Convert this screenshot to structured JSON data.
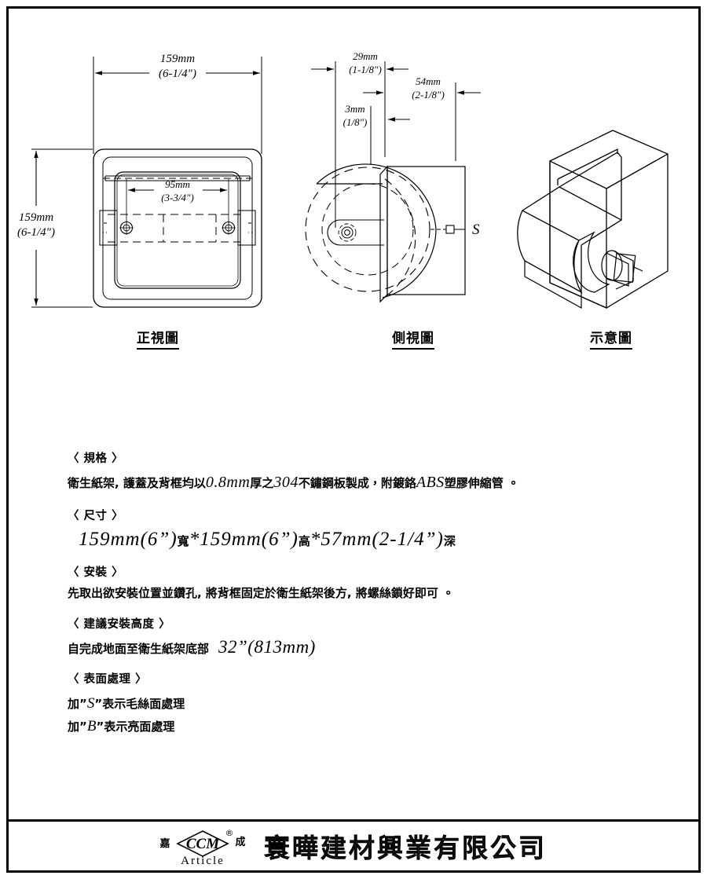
{
  "document": {
    "type": "product-technical-drawing",
    "language": "zh-Hant"
  },
  "views": {
    "front": {
      "caption": "正視圖",
      "dimensions": {
        "width_mm": "159mm",
        "width_in": "(6-1/4\")",
        "height_mm": "159mm",
        "height_in": "(6-1/4\")",
        "hole_spacing_mm": "95mm",
        "hole_spacing_in": "(3-3/4\")"
      }
    },
    "side": {
      "caption": "側視圖",
      "dimensions": {
        "d1_mm": "29mm",
        "d1_in": "(1-1/8\")",
        "d2_mm": "54mm",
        "d2_in": "(2-1/8\")",
        "d3_mm": "3mm",
        "d3_in": "(1/8\")"
      },
      "marker_label": "S"
    },
    "iso": {
      "caption": "示意圖"
    }
  },
  "spec": {
    "sections": [
      {
        "id": "specification",
        "heading": "〈 規格 〉",
        "body_pre": "衛生紙架, 護蓋及背框均以",
        "body_num1": "0.8mm",
        "body_mid1": "厚之",
        "body_num2": "304",
        "body_mid2": "不鏽鋼板製成，附鍍鉻",
        "body_num3": "ABS",
        "body_post": "塑膠伸縮管 。"
      },
      {
        "id": "size",
        "heading": "〈 尺寸 〉",
        "dim_1": "159mm(6”)",
        "dim_1_cjk": "寬",
        "dim_sep1": "*",
        "dim_2": "159mm(6”)",
        "dim_2_cjk": "高",
        "dim_sep2": "*",
        "dim_3": "57mm(2-1/4”)",
        "dim_3_cjk": "深"
      },
      {
        "id": "installation",
        "heading": "〈 安裝 〉",
        "body": "先取出欲安裝位置並鑽孔, 將背框固定於衛生紙架後方, 將螺絲鎖好即可 。"
      },
      {
        "id": "mounting-height",
        "heading": "〈 建議安裝高度 〉",
        "body_text": "自完成地面至衛生紙架底部",
        "body_value": "32”(813mm)"
      },
      {
        "id": "surface-finish",
        "heading": "〈 表面處理 〉",
        "line1_pre": "加”",
        "line1_code": "S",
        "line1_post": "”表示毛絲面處理",
        "line2_pre": "加”",
        "line2_code": "B",
        "line2_post": "”表示亮面處理"
      }
    ]
  },
  "footer": {
    "logo": {
      "left_char": "嘉",
      "right_char": "成",
      "diamond_text": "CCM",
      "registered_mark": "®",
      "sub_text": "Article"
    },
    "company_name": "寰曄建材興業有限公司"
  },
  "colors": {
    "ink": "#000000",
    "paper": "#ffffff"
  }
}
